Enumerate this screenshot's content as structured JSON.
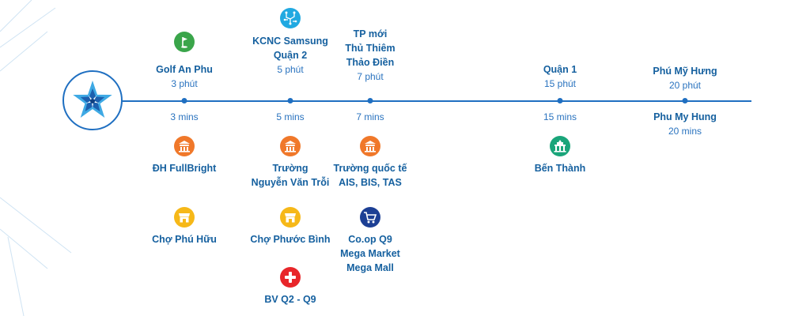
{
  "locations": [
    {
      "id": "golf",
      "above": [
        {
          "text": "Golf An Phu",
          "bold": true
        },
        {
          "text": "3 phút",
          "bold": false
        }
      ],
      "above_icon": {
        "name": "golf-icon",
        "color": "#3aa54a"
      },
      "below": [
        {
          "text": "3 mins",
          "bold": false
        }
      ],
      "below_items": [
        {
          "icon": "education-icon",
          "color": "#f0782a",
          "lines": [
            "ĐH FullBright"
          ]
        },
        {
          "icon": "market-icon",
          "color": "#f6b818",
          "lines": [
            "Chợ Phú Hữu"
          ]
        }
      ]
    },
    {
      "id": "quan2",
      "above": [
        {
          "text": "KCNC Samsung",
          "bold": true
        },
        {
          "text": "Quận 2",
          "bold": true
        },
        {
          "text": "5 phút",
          "bold": false
        }
      ],
      "above_icon": {
        "name": "circuit-icon",
        "color": "#21a9e1"
      },
      "below": [
        {
          "text": "5 mins",
          "bold": false
        }
      ],
      "below_items": [
        {
          "icon": "education-icon",
          "color": "#f0782a",
          "lines": [
            "Trường",
            "Nguyễn Văn Trỗi"
          ]
        },
        {
          "icon": "market-icon",
          "color": "#f6b818",
          "lines": [
            "Chợ Phước Bình"
          ]
        },
        {
          "icon": "hospital-icon",
          "color": "#e8262a",
          "lines": [
            "BV Q2 - Q9"
          ]
        }
      ]
    },
    {
      "id": "thaodien",
      "above": [
        {
          "text": "TP mới",
          "bold": true
        },
        {
          "text": "Thủ Thiêm",
          "bold": true
        },
        {
          "text": "Thảo Điền",
          "bold": true
        },
        {
          "text": "7 phút",
          "bold": false
        }
      ],
      "above_icon": null,
      "below": [
        {
          "text": "7 mins",
          "bold": false
        }
      ],
      "below_items": [
        {
          "icon": "education-icon",
          "color": "#f0782a",
          "lines": [
            "Trường quốc tế",
            "AIS, BIS, TAS"
          ]
        },
        {
          "icon": "shopping-cart-icon",
          "color": "#1c3f94",
          "lines": [
            "Co.op Q9",
            "Mega Market",
            "Mega Mall"
          ]
        }
      ]
    },
    {
      "id": "quan1",
      "above": [
        {
          "text": "Quận 1",
          "bold": true
        },
        {
          "text": "15 phút",
          "bold": false
        }
      ],
      "above_icon": null,
      "below": [
        {
          "text": "15 mins",
          "bold": false
        }
      ],
      "below_items": [
        {
          "icon": "landmark-icon",
          "color": "#1aa57a",
          "lines": [
            "Bến Thành"
          ]
        }
      ]
    },
    {
      "id": "phumyhung",
      "above": [
        {
          "text": "Phú Mỹ Hưng",
          "bold": true
        },
        {
          "text": "20 phút",
          "bold": false
        }
      ],
      "above_icon": null,
      "below": [
        {
          "text": "Phu My Hung",
          "bold": true
        },
        {
          "text": "20 mins",
          "bold": false
        }
      ],
      "below_items": []
    }
  ],
  "colors": {
    "line": "#1f6fc1",
    "text": "#15609f"
  }
}
